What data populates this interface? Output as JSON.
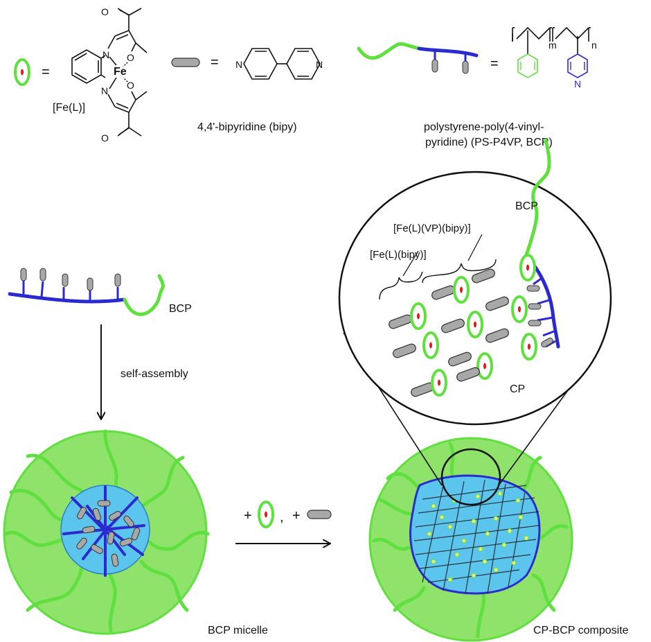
{
  "colors": {
    "green": "#5fe03f",
    "green_fill": "#8fe36a",
    "core_fill": "#5cc5ee",
    "blue": "#2a2ad0",
    "gray": "#a8a8a8",
    "red": "#e01818"
  },
  "legend": {
    "fe_complex_label": "[Fe(L)]",
    "equals_1": "=",
    "equals_2": "=",
    "equals_3": "=",
    "bipy_label": "4,4'-bipyridine (bipy)",
    "bcp_label_line1": "polystyrene-poly(4-vinyl-",
    "bcp_label_line2": "pyridine) (PS-P4VP, BCP)",
    "subscript_m": "m",
    "subscript_n": "n",
    "atom_N": "N",
    "atom_O": "O",
    "atom_Fe": "Fe"
  },
  "left_panel": {
    "bcp_label": "BCP",
    "step_label": "self-assembly",
    "micelle_label": "BCP micelle"
  },
  "reaction": {
    "plus_1": "+",
    "comma": ",",
    "plus_2": "+"
  },
  "zoom": {
    "bcp_label": "BCP",
    "fe_vp_bipy": "[Fe(L)(VP)(bipy)]",
    "fe_bipy": "[Fe(L)(bipy)]",
    "cp_label": "CP"
  },
  "composite_label": "CP-BCP composite"
}
